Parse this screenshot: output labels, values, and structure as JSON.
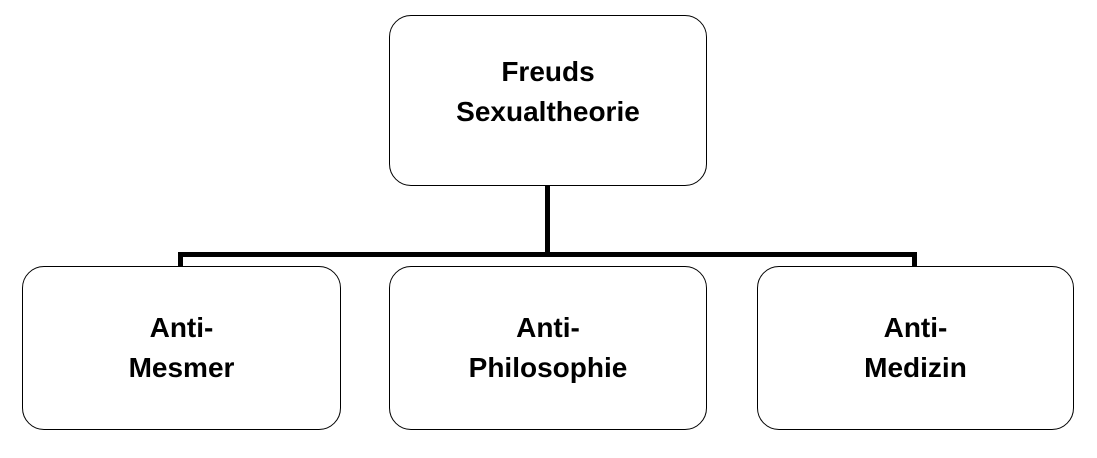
{
  "diagram": {
    "type": "hierarchy-tree",
    "language": "de",
    "background_color": "#ffffff",
    "line_color": "#000000",
    "border_color": "#000000",
    "text_color": "#000000",
    "root": {
      "id": "root",
      "label": "Freuds\nSexualtheorie",
      "line1": "Freuds",
      "line2": "Sexualtheorie"
    },
    "children": [
      {
        "id": "child-0",
        "label": "Anti-\nMesmer",
        "line1": "Anti-",
        "line2": "Mesmer"
      },
      {
        "id": "child-1",
        "label": "Anti-\nPhilosophie",
        "line1": "Anti-",
        "line2": "Philosophie"
      },
      {
        "id": "child-2",
        "label": "Anti-\nMedizin",
        "line1": "Anti-",
        "line2": "Medizin"
      }
    ],
    "connectors": [
      {
        "id": "stem",
        "orientation": "vertical",
        "from": "root",
        "to": "bus"
      },
      {
        "id": "bus",
        "orientation": "horizontal",
        "from": "child-0",
        "to": "child-2"
      },
      {
        "id": "drop-left",
        "orientation": "vertical",
        "to": "child-0"
      },
      {
        "id": "drop-right",
        "orientation": "vertical",
        "to": "child-2"
      }
    ]
  }
}
